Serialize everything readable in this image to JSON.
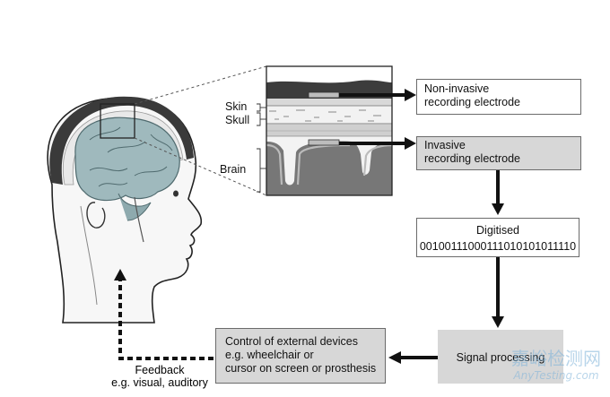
{
  "labels": {
    "skin": "Skin",
    "skull": "Skull",
    "brain": "Brain"
  },
  "boxes": {
    "noninvasive": {
      "line1": "Non-invasive",
      "line2": "recording electrode"
    },
    "invasive": {
      "line1": "Invasive",
      "line2": "recording electrode"
    },
    "digitised": {
      "title": "Digitised",
      "bits": "00100111000111010101011110"
    },
    "signal": {
      "label": "Signal processing"
    },
    "control": {
      "line1": "Control of external devices",
      "line2": "e.g. wheelchair or",
      "line3": "cursor on screen or prosthesis"
    }
  },
  "feedback": {
    "line1": "Feedback",
    "line2": "e.g. visual, auditory"
  },
  "watermark": {
    "cn": "嘉峪检测网",
    "url": "AnyTesting.com"
  },
  "colors": {
    "brain": "#9fb9bd",
    "box_gray": "#d7d7d7",
    "arrow": "#111111"
  }
}
